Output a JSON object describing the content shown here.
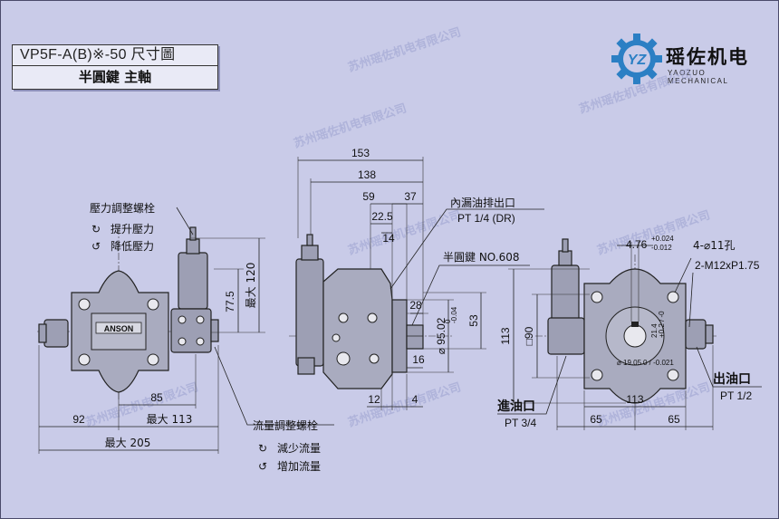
{
  "title": {
    "model": "VP5F-A(B)※-50 尺寸圖",
    "subtitle": "半圓鍵 主軸"
  },
  "logo": {
    "name_cn": "瑶佐机电",
    "name_en": "YAOZUO MECHANICAL",
    "mark": "YZ"
  },
  "watermark": "苏州瑶佐机电有限公司",
  "callouts": {
    "pressure_screw": "壓力調整螺栓",
    "raise_pressure": "提升壓力",
    "lower_pressure": "降低壓力",
    "flow_screw": "流量調整螺栓",
    "reduce_flow": "減少流量",
    "increase_flow": "增加流量",
    "drain_port": "內漏油排出口",
    "drain_spec": "PT 1/4 (DR)",
    "key": "半圓鍵 NO.608",
    "inlet": "進油口",
    "inlet_spec": "PT 3/4",
    "outlet": "出油口",
    "outlet_spec": "PT 1/2",
    "holes": "4-⌀11孔",
    "threads": "2-M12xP1.75",
    "brand": "ANSON"
  },
  "dimensions": {
    "d153": "153",
    "d138": "138",
    "d59": "59",
    "d37": "37",
    "d22_5": "22.5",
    "d14": "14",
    "d28": "28",
    "d53": "53",
    "d16": "16",
    "d12": "12",
    "d4": "4",
    "shaft_dia": "⌀ 95.02",
    "shaft_tol_up": "0",
    "shaft_tol_dn": "-0.04",
    "d77_5": "77.5",
    "max120": "最大 120",
    "d85": "85",
    "d92": "92",
    "max113": "最大 113",
    "max205": "最大 205",
    "d113_right": "113",
    "sq90": "□90",
    "d113_bottom": "113",
    "d65a": "65",
    "d65b": "65",
    "d4_76": "4.76",
    "tol_4_76_up": "+0.024",
    "tol_4_76_dn": "-0.012",
    "d21_4": "21.4",
    "tol_21_4": "+0.2 / -0",
    "dia_19_05": "⌀ 19.05",
    "tol_19_05": "0 / -0.021"
  }
}
